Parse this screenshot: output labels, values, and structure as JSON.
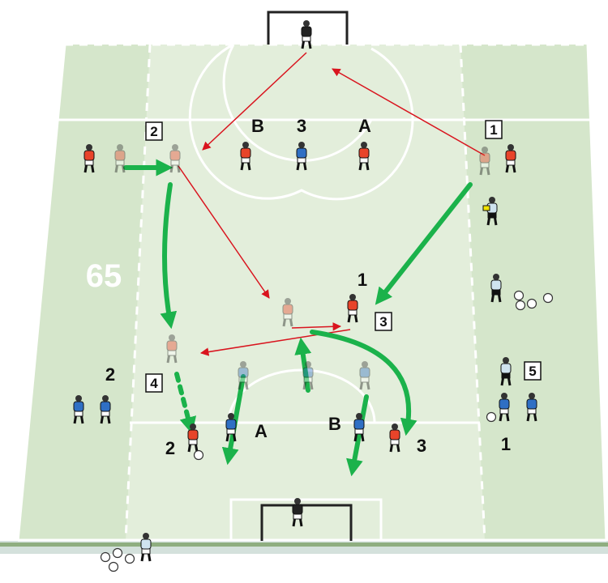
{
  "diagram": {
    "pitch_size_label": "65",
    "zone_letters": {
      "top_b": "B",
      "top_3": "3",
      "top_a": "A",
      "bottom_a": "A",
      "bottom_b": "B"
    },
    "zone_numbers": {
      "mid_1": "1",
      "left_2": "2",
      "bottom_2": "2",
      "bottom_3": "3",
      "right_1": "1"
    },
    "step_boxes": [
      "1",
      "2",
      "3",
      "4",
      "5"
    ],
    "colors": {
      "red_team": "#e8442a",
      "blue_team": "#2f6fc4",
      "pass_arrow": "#d9141e",
      "run_arrow": "#1bb24b",
      "pitch_outer": "#d5e6cb",
      "pitch_inner": "#e3eedb"
    }
  }
}
